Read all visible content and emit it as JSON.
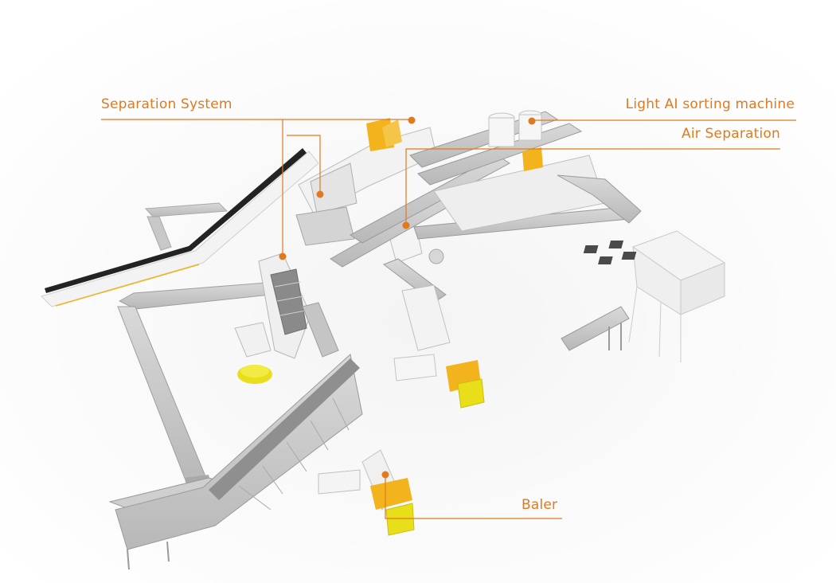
{
  "labels": {
    "separation_system": "Separation System",
    "light_ai_sorting_machine": "Light AI sorting machine",
    "air_separation": "Air Separation",
    "baler": "Baler"
  },
  "colors": {
    "accent": "#e07a1f",
    "machine_body": "#d8d8d8",
    "belt_dark": "#2a2a2a",
    "bale_yellow": "#e8df1a",
    "accent_yellow": "#f2b31d"
  }
}
